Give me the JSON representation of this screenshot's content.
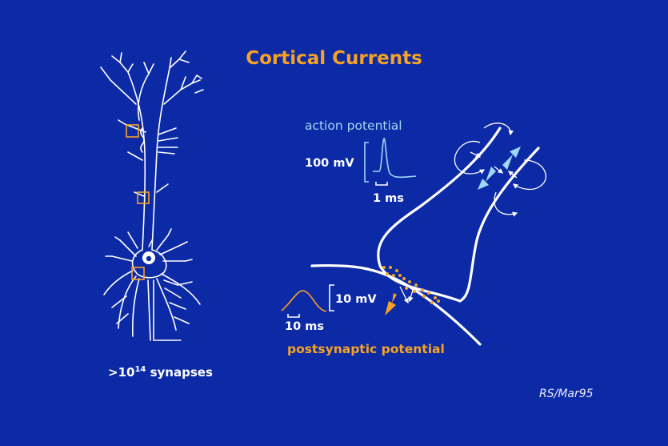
{
  "title": "Cortical Currents",
  "action_potential": {
    "label": "action potential",
    "voltage_scale": "100 mV",
    "time_scale": "1 ms"
  },
  "postsynaptic_potential": {
    "label": "postsynaptic potential",
    "voltage_scale": "10 mV",
    "time_scale": "10 ms"
  },
  "synapses": {
    "prefix": ">10",
    "exponent": "14",
    "suffix": " synapses"
  },
  "credit": "RS/Mar95",
  "colors": {
    "background": "#0d2aa6",
    "title": "#f6a323",
    "action_potential": "#9fd8f5",
    "postsynaptic": "#f6a323",
    "drawing": "#ffffff"
  }
}
